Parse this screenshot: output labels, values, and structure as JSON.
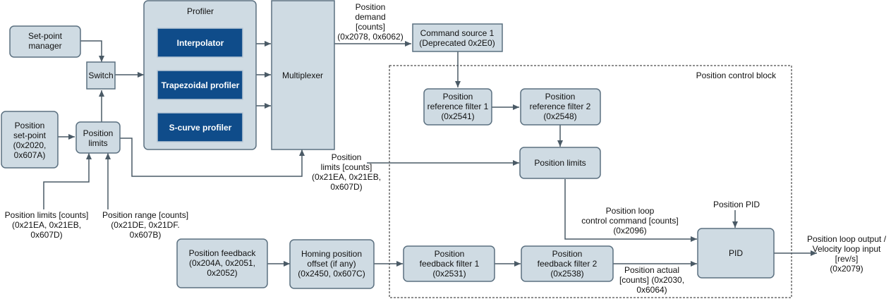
{
  "blocks": {
    "setpoint_manager": [
      "Set-point",
      "manager"
    ],
    "switch": [
      "Switch"
    ],
    "position_setpoint": [
      "Position",
      "set-point",
      "(0x2020,",
      "0x607A)"
    ],
    "position_limits_small": [
      "Position",
      "limits"
    ],
    "profiler": [
      "Profiler"
    ],
    "interpolator": [
      "Interpolator"
    ],
    "trapezoidal_profiler": [
      "Trapezoidal profiler"
    ],
    "scurve_profiler": [
      "S-curve profiler"
    ],
    "multiplexer": [
      "Multiplexer"
    ],
    "command_source": [
      "Command source 1",
      "(Deprecated 0x2E0)"
    ],
    "ref_filter_1": [
      "Position",
      "reference filter 1",
      "(0x2541)"
    ],
    "ref_filter_2": [
      "Position",
      "reference filter 2",
      "(0x2548)"
    ],
    "position_limits_block": [
      "Position limits"
    ],
    "pid": [
      "PID"
    ],
    "position_feedback": [
      "Position feedback",
      "(0x204A, 0x2051,",
      "0x2052)"
    ],
    "homing_offset": [
      "Homing position",
      "offset (if any)",
      "(0x2450, 0x607C)"
    ],
    "fb_filter_1": [
      "Position",
      "feedback filter 1",
      "(0x2531)"
    ],
    "fb_filter_2": [
      "Position",
      "feedback filter 2",
      "(0x2538)"
    ]
  },
  "labels": {
    "position_demand": [
      "Position",
      "demand",
      "[counts]",
      "(0x2078, 0x6062)"
    ],
    "position_control_block": [
      "Position control block"
    ],
    "position_limits_counts_mid": [
      "Position",
      "limits [counts]",
      "(0x21EA, 0x21EB,",
      "0x607D)"
    ],
    "position_limits_counts_bottom": [
      "Position limits [counts]",
      "(0x21EA, 0x21EB,",
      "0x607D)"
    ],
    "position_range_counts": [
      "Position range [counts]",
      "(0x21DE, 0x21DF.",
      "0x607B)"
    ],
    "position_pid": [
      "Position PID"
    ],
    "loop_control_command": [
      "Position loop",
      "control command [counts]",
      "(0x2096)"
    ],
    "position_actual": [
      "Position actual",
      "[counts] (0x2030,",
      "0x6064)"
    ],
    "loop_output": [
      "Position loop output /",
      "Velocity loop input",
      "[rev/s]",
      "(0x2079)"
    ]
  },
  "colors": {
    "block_fill": "#cfdbe3",
    "block_stroke": "#5b7080",
    "profiler_block_fill": "#0f4c8a",
    "wire": "#4a5a66"
  }
}
